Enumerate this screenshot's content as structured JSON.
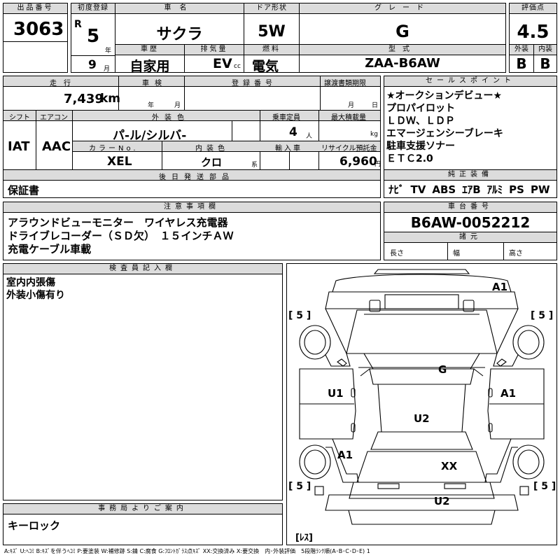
{
  "header": {
    "lot_no_label": "出品番号",
    "lot_no": "3063",
    "first_reg_label": "初度登録",
    "era": "R",
    "year": "5",
    "year_unit": "年",
    "month": "9",
    "month_unit": "月",
    "car_name_label": "車名",
    "car_name": "サクラ",
    "door_label": "ドア形状",
    "door": "5W",
    "grade_label": "グレード",
    "grade": "G",
    "score_label": "評価点",
    "score": "4.5",
    "history_label": "車歴",
    "history": "自家用",
    "displacement_label": "排気量",
    "displacement": "EV",
    "cc_unit": "cc",
    "fuel_label": "燃料",
    "fuel": "電気",
    "model_label": "型式",
    "model": "ZAA-B6AW",
    "exterior_label": "外装",
    "exterior": "B",
    "interior_label": "内装",
    "interior": "B"
  },
  "row2": {
    "mileage_label": "走行",
    "mileage": "7,439",
    "mileage_unit": "km",
    "inspection_label": "車検",
    "insp_year_unit": "年",
    "insp_month_unit": "月",
    "reg_no_label": "登録番号",
    "transfer_label": "譲渡書類期限",
    "tr_month_unit": "月",
    "tr_day_unit": "日",
    "shift_label": "シフト",
    "shift": "IAT",
    "ac_label": "エアコン",
    "ac": "AAC",
    "ext_color_label": "外装色",
    "ext_color": "パ-ル/シルバ-",
    "capacity_label": "乗車定員",
    "capacity": "4",
    "capacity_unit": "人",
    "max_load_label": "最大積載量",
    "max_load_unit": "kg",
    "color_no_label": "カラーNo.",
    "color_no": "XEL",
    "int_color_label": "内装色",
    "int_color": "クロ",
    "int_color_unit": "系",
    "import_label": "輸入車",
    "recycle_label": "リサイクル預託金",
    "recycle": "6,960",
    "recycle_unit": "円",
    "deferred_label": "後日発送部品",
    "deferred": "保証書"
  },
  "sales": {
    "label": "セールスポイント",
    "lines": [
      "★オークションデビュー★",
      "プロパイロット",
      "ＬＤＷ、ＬＤＰ",
      "エマージェンシーブレーキ",
      "駐車支援ソナー",
      "ＥＴＣ2.0"
    ],
    "equip_label": "純正装備",
    "equip": [
      "ﾅﾋﾞ",
      "TV",
      "ABS",
      "ｴｱB",
      "ｱﾙﾐ",
      "PS",
      "PW"
    ]
  },
  "notes": {
    "label": "注意事項欄",
    "lines": [
      "アラウンドビューモニター　ワイヤレス充電器",
      "ドライブレコーダー（ＳＤ欠）　１５インチＡＷ",
      "充電ケーブル車載"
    ]
  },
  "chassis": {
    "label": "車台番号",
    "number": "B6AW-0052212",
    "spec_label": "諸元",
    "length_label": "長さ",
    "width_label": "幅",
    "height_label": "高さ"
  },
  "inspector": {
    "label": "検査員記入欄",
    "lines": [
      "室内内張傷",
      "外装小傷有り"
    ]
  },
  "office": {
    "label": "事務局よりご案内",
    "text": "キーロック"
  },
  "diagram": {
    "marks": {
      "a1_top": "A1",
      "g": "G",
      "u1": "U1",
      "a1_right": "A1",
      "u2_mid": "U2",
      "a1_left": "A1",
      "xx": "XX",
      "u2_bottom": "U2"
    },
    "tires": {
      "fl": "[ 5 ]",
      "fr": "[ 5 ]",
      "rl": "[ 5 ]",
      "rr": "[ 5 ]"
    },
    "spare": "[ﾚｽ]"
  },
  "legend": "A:ｷｽﾞ U:ﾍｺﾐ B:ｷｽﾞを伴うﾍｺﾐ P:要塗装 W:補修跡 S:錆 C:腐食 G:ﾌﾛﾝﾄｶﾞﾗｽ点ｷｽﾞ XX:交換済み X:要交換　内･外装評価　5段階ﾗﾝｸ順(A･B･C･D･E) 1"
}
